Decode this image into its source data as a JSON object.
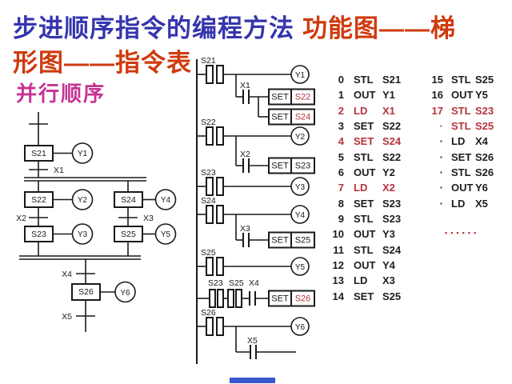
{
  "title": {
    "line1_blue": "步进顺序指令的编程方法",
    "line1_red": "功能图——梯",
    "line2_red": "形图——指令表",
    "subtitle": "并行顺序"
  },
  "colors": {
    "title_blue": "#3535ae",
    "title_red": "#cf3a0e",
    "subtitle_magenta": "#c5338f",
    "highlight_red": "#b5333d",
    "diagram_line": "#1a1a1a",
    "bottom_bar_blue": "#3a57cf"
  },
  "sfc": {
    "steps": {
      "s21": "S21",
      "s22": "S22",
      "s23": "S23",
      "s24": "S24",
      "s25": "S25",
      "s26": "S26"
    },
    "outputs": {
      "y1": "Y1",
      "y2": "Y2",
      "y3": "Y3",
      "y4": "Y4",
      "y5": "Y5",
      "y6": "Y6"
    },
    "transitions": {
      "x1": "X1",
      "x2": "X2",
      "x3": "X3",
      "x4": "X4",
      "x5": "X5"
    }
  },
  "ladder": {
    "r1": {
      "stl": "S21",
      "coil": "Y1",
      "branch": "X1",
      "set1_op": "SET",
      "set1_arg": "S22",
      "set2_op": "SET",
      "set2_arg": "S24"
    },
    "r2": {
      "stl": "S22",
      "coil": "Y2",
      "branch": "X2",
      "set1_op": "SET",
      "set1_arg": "S23"
    },
    "r3": {
      "stl": "S23",
      "coil": "Y3"
    },
    "r4": {
      "stl": "S24",
      "coil": "Y4",
      "branch": "X3",
      "set1_op": "SET",
      "set1_arg": "S25"
    },
    "r5": {
      "stl": "S25",
      "coil": "Y5"
    },
    "r6": {
      "c1": "S23",
      "c2": "S25",
      "c3": "X4",
      "set_op": "SET",
      "set_arg": "S26"
    },
    "r7": {
      "stl": "S26",
      "coil": "Y6",
      "branch": "X5"
    }
  },
  "instructions": {
    "left": [
      {
        "n": "0",
        "op": "STL",
        "arg": "S21",
        "red": false
      },
      {
        "n": "1",
        "op": "OUT",
        "arg": "Y1",
        "red": false
      },
      {
        "n": "2",
        "op": "LD",
        "arg": "X1",
        "red": true
      },
      {
        "n": "3",
        "op": "SET",
        "arg": "S22",
        "red": false
      },
      {
        "n": "4",
        "op": "SET",
        "arg": "S24",
        "red": true
      },
      {
        "n": "5",
        "op": "STL",
        "arg": "S22",
        "red": false
      },
      {
        "n": "6",
        "op": "OUT",
        "arg": "Y2",
        "red": false
      },
      {
        "n": "7",
        "op": "LD",
        "arg": "X2",
        "red": true
      },
      {
        "n": "8",
        "op": "SET",
        "arg": "S23",
        "red": false
      },
      {
        "n": "9",
        "op": "STL",
        "arg": "S23",
        "red": false
      },
      {
        "n": "10",
        "op": "OUT",
        "arg": "Y3",
        "red": false
      },
      {
        "n": "11",
        "op": "STL",
        "arg": "S24",
        "red": false
      },
      {
        "n": "12",
        "op": "OUT",
        "arg": "Y4",
        "red": false
      },
      {
        "n": "13",
        "op": "LD",
        "arg": "X3",
        "red": false
      },
      {
        "n": "14",
        "op": "SET",
        "arg": "S25",
        "red": false
      }
    ],
    "right": [
      {
        "n": "15",
        "op": "STL",
        "arg": "S25",
        "red": false
      },
      {
        "n": "16",
        "op": "OUT",
        "arg": "Y5",
        "red": false
      },
      {
        "n": "17",
        "op": "STL",
        "arg": "S23",
        "red": true
      },
      {
        "n": "·",
        "op": "STL",
        "arg": "S25",
        "red": true
      },
      {
        "n": "·",
        "op": "LD",
        "arg": "X4",
        "red": false
      },
      {
        "n": "·",
        "op": "SET",
        "arg": "S26",
        "red": false
      },
      {
        "n": "·",
        "op": "STL",
        "arg": "S26",
        "red": false
      },
      {
        "n": "·",
        "op": "OUT",
        "arg": "Y6",
        "red": false
      },
      {
        "n": "·",
        "op": "LD",
        "arg": "X5",
        "red": false
      }
    ],
    "ellipsis": "▪▪▪▪▪▪"
  }
}
